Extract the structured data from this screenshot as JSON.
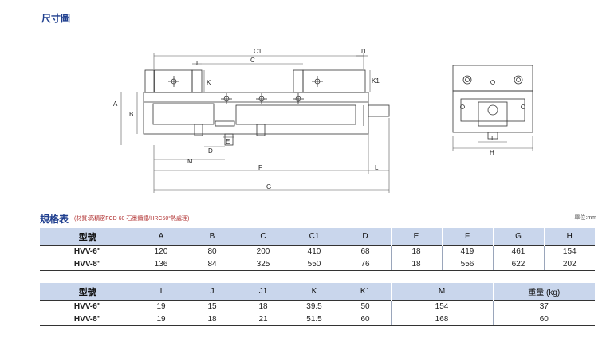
{
  "header": {
    "title": "尺寸圖"
  },
  "drawing": {
    "front_labels": [
      "C1",
      "C",
      "J1",
      "J",
      "K",
      "K1",
      "A",
      "B",
      "M",
      "D",
      "E",
      "F",
      "L",
      "G"
    ],
    "side_labels": [
      "I",
      "H"
    ]
  },
  "spec": {
    "title": "規格表",
    "note": "(材質:高精密FCD 60 石墨鑄鐵/HRC50°熱處理)",
    "unit": "單位:mm",
    "table1": {
      "headers": [
        "型號",
        "A",
        "B",
        "C",
        "C1",
        "D",
        "E",
        "F",
        "G",
        "H"
      ],
      "rows": [
        [
          "HVV-6\"",
          "120",
          "80",
          "200",
          "410",
          "68",
          "18",
          "419",
          "461",
          "154"
        ],
        [
          "HVV-8\"",
          "136",
          "84",
          "325",
          "550",
          "76",
          "18",
          "556",
          "622",
          "202"
        ]
      ]
    },
    "table2": {
      "headers": [
        "型號",
        "I",
        "J",
        "J1",
        "K",
        "K1",
        "M",
        "重量 (kg)"
      ],
      "rows": [
        [
          "HVV-6\"",
          "19",
          "15",
          "18",
          "39.5",
          "50",
          "154",
          "37"
        ],
        [
          "HVV-8\"",
          "19",
          "18",
          "21",
          "51.5",
          "60",
          "168",
          "60"
        ]
      ]
    }
  }
}
